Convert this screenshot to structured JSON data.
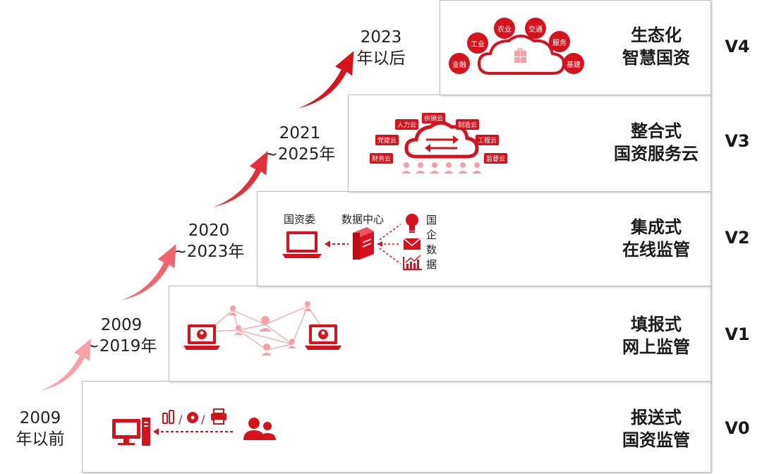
{
  "stages": [
    {
      "version": "V0",
      "name_line1": "报送式",
      "name_line2": "国资监管",
      "period_line1": "2009",
      "period_line2": "年以前"
    },
    {
      "version": "V1",
      "name_line1": "填报式",
      "name_line2": "网上监管",
      "period_line1": "2009",
      "period_line2": "~2019年"
    },
    {
      "version": "V2",
      "name_line1": "集成式",
      "name_line2": "在线监管",
      "period_line1": "2020",
      "period_line2": "~2023年"
    },
    {
      "version": "V3",
      "name_line1": "整合式",
      "name_line2": "国资服务云",
      "period_line1": "2021",
      "period_line2": "~2025年"
    },
    {
      "version": "V4",
      "name_line1": "生态化",
      "name_line2": "智慧国资",
      "period_line1": "2023",
      "period_line2": "年以后"
    }
  ],
  "v2_icons": {
    "left_label": "国资委",
    "center_label": "数据中心",
    "side_label": [
      "国",
      "企",
      "数",
      "据"
    ]
  },
  "v3_clouds": [
    "人力云",
    "供销云",
    "制造云",
    "党建云",
    "工程云",
    "财务云",
    "监督云"
  ],
  "v4_bubbles": [
    "农业",
    "交通",
    "工业",
    "服务",
    "金融",
    "基建"
  ],
  "colors": {
    "accent": "#d6131c",
    "light": "#f4a0a6",
    "border": "#bdbdbd"
  }
}
